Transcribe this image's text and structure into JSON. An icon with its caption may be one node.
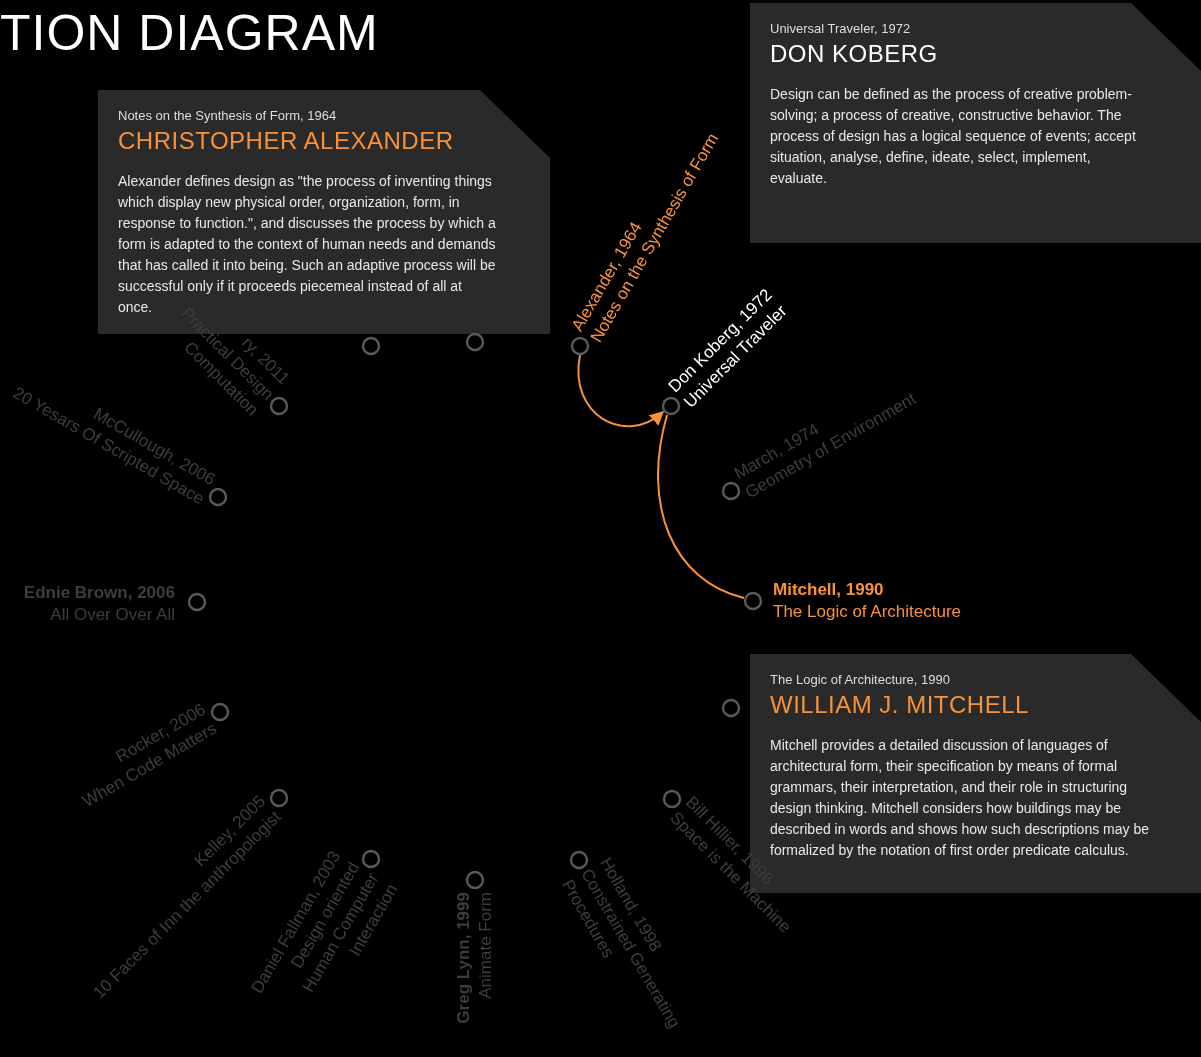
{
  "diagram": {
    "title": "TION DIAGRAM",
    "nodes": [
      {
        "text": [
          "Notes on the Synthesis of Form, 1964",
          "CHRISTOPHER ALEXANDER",
          "Alexander defines design as \"the process of inventing things which display new physical order, organization, form, in response to function.\", and discusses the process by which a form is adapted to the context of human needs and demands that has called it into being. Such an adaptive process will be successful only if it proceeds piecemeal instead of all at once."
        ]
      },
      {
        "text": [
          "Universal Traveler, 1972",
          "DON KOBERG",
          "Design can be defined as the process of creative problem-solving; a process of creative, constructive behavior. The process of design has a logical sequence of events; accept situation, analyse, define, ideate, select, implement, evaluate."
        ]
      },
      {
        "text": [
          "The Logic of Architecture, 1990",
          "WILLIAM J. MITCHELL",
          "Mitchell provides a detailed discussion of languages of architectural form, their specification by means of formal grammars, their interpretation, and their role in structuring design thinking. Mitchell considers how buildings may be described in words and shows how such descriptions may be formalized by the notation of first order predicate calculus."
        ]
      },
      {
        "text": [
          "Alexander, 1964",
          "Notes on the Synthesis of Form"
        ]
      },
      {
        "text": [
          "Don Koberg, 1972",
          "Universal Traveler"
        ]
      },
      {
        "text": [
          "March, 1974",
          "Geometry of Environment"
        ]
      },
      {
        "text": [
          "Mitchell, 1990",
          "The Logic of Architecture"
        ]
      },
      {
        "text": [],
        "shape": "circle"
      },
      {
        "text": [
          "Bill Hillier, 1996",
          "Space is the Machine"
        ]
      },
      {
        "text": [
          "Holland, 1998",
          "Constrained Generating Procedures"
        ]
      },
      {
        "text": [
          "Greg Lynn, 1999",
          "Animate Form"
        ]
      },
      {
        "text": [
          "Daniel Fallman, 2003",
          "Design oriented Human Computer Interaction"
        ]
      },
      {
        "text": [
          "Kelley, 2005",
          "10 Faces of Inn the anthropologist"
        ]
      },
      {
        "text": [
          "Rocker, 2006",
          "When Code Matters"
        ]
      },
      {
        "text": [
          "Ednie Brown, 2006",
          "All Over  Over All"
        ]
      },
      {
        "text": [
          "McCullough, 2006",
          "20 Yesars Of Scripted Space"
        ]
      },
      {
        "text": [
          "ry, 2011",
          "Practical Design Computation"
        ]
      },
      {
        "text": [],
        "shape": "circle"
      },
      {
        "text": [],
        "shape": "circle"
      }
    ],
    "edges": [
      {
        "from": 3,
        "to": 4,
        "arrow": "to"
      },
      {
        "from": 4,
        "to": 6,
        "arrow": "none"
      }
    ]
  }
}
